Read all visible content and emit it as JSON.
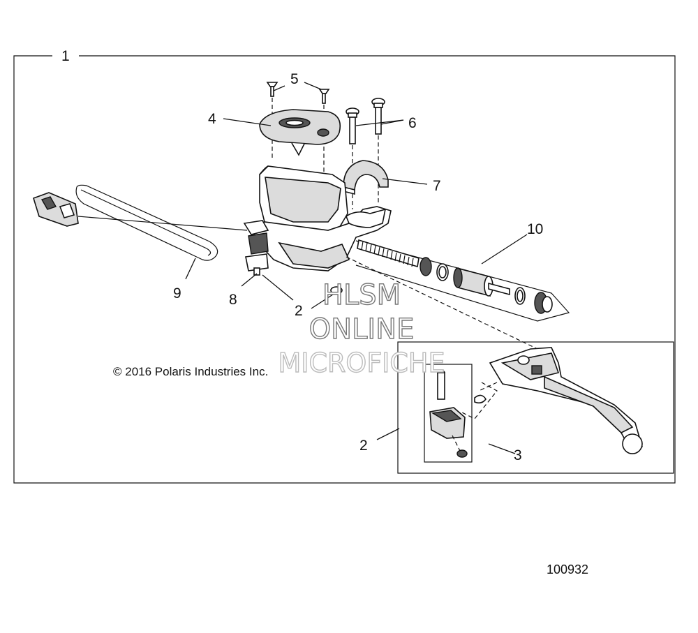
{
  "diagram": {
    "assembly_callout": "1",
    "callouts": {
      "c2_main": "2",
      "c2_inset": "2",
      "c3": "3",
      "c4": "4",
      "c5": "5",
      "c6": "6",
      "c7": "7",
      "c8": "8",
      "c9": "9",
      "c10": "10"
    },
    "copyright": "© 2016 Polaris Industries Inc.",
    "drawing_number": "100932",
    "watermark": {
      "line1": "HLSM",
      "line2": "ONLINE",
      "line3": "MICROFICHE"
    }
  }
}
